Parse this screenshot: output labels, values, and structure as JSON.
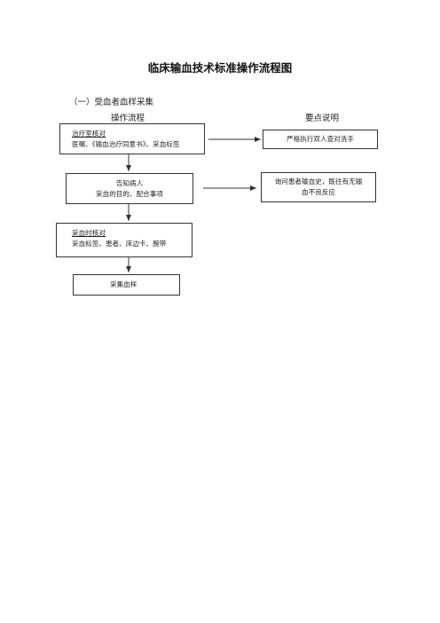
{
  "doc": {
    "title": "临床输血技术标准操作流程图",
    "section": "（一）受血者血样采集",
    "col_left": "操作流程",
    "col_right": "要点说明"
  },
  "flow": {
    "step1": {
      "head": "治疗室核对",
      "body": "医嘱、《输血治疗同意书》、采血标签"
    },
    "step2": {
      "head": "告知病人",
      "body": "采血的目的、配合事项"
    },
    "step3": {
      "head": "采血时核对",
      "body": "采血标签、患者、床边卡、腕带"
    },
    "step4": {
      "text": "采集血样"
    }
  },
  "notes": {
    "note1": "严格执行双人查对洗手",
    "note2_line1": "询问患者输血史，既往有无输",
    "note2_line2": "血不良反应"
  }
}
